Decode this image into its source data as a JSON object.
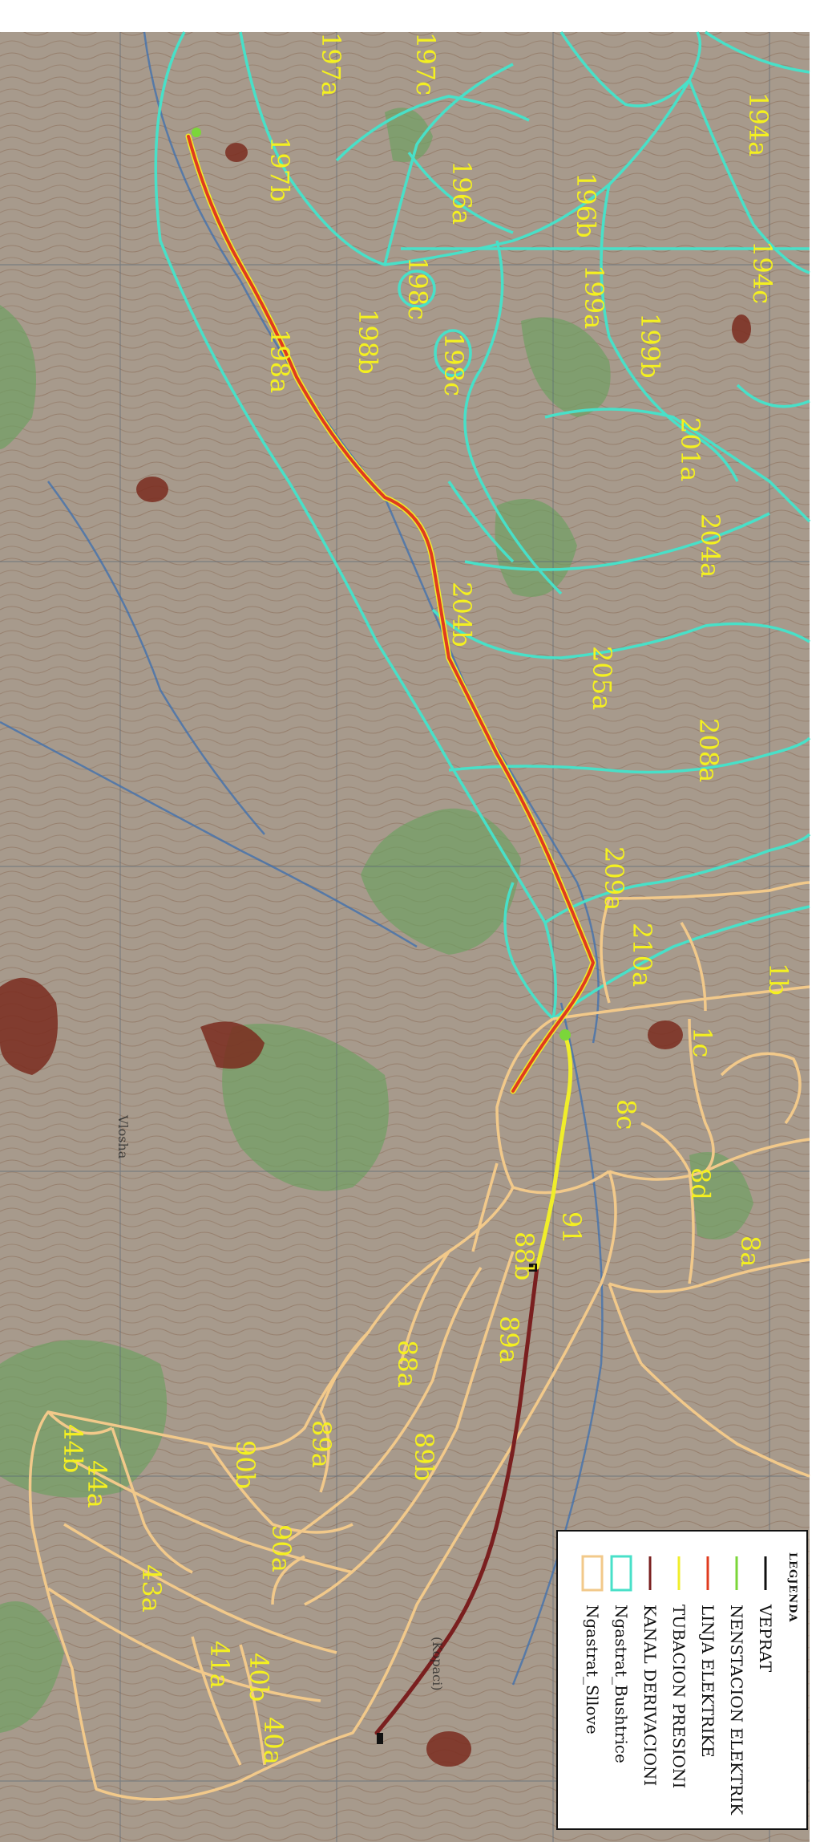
{
  "map": {
    "colors": {
      "terrain": "#a79a8c",
      "forest": "#6fa062",
      "settlement": "#7a2b1e",
      "grid": "#556677",
      "river": "#3c6fb0",
      "contour": "#8a6b55",
      "cyan": "#48e0c8",
      "tan": "#f2c98a",
      "red": "#e03b1f",
      "yellow": "#f0ee2a",
      "brown": "#7a1f1f",
      "green": "#7bd63a",
      "black": "#111111"
    },
    "parcels": {
      "p194a": "194a",
      "p194c": "194c",
      "p197a": "197a",
      "p197b": "197b",
      "p197c": "197c",
      "p196a": "196a",
      "p196b": "196b",
      "p198a": "198a",
      "p198b": "198b",
      "p198c_upper": "198c",
      "p198c_lower": "198c",
      "p199a": "199a",
      "p199b": "199b",
      "p201a": "201a",
      "p204a": "204a",
      "p204b": "204b",
      "p205a": "205a",
      "p208a": "208a",
      "p209a": "209a",
      "p210a": "210a",
      "p1b": "1b",
      "p1c": "1c",
      "p8c": "8c",
      "p8d": "8d",
      "p8a": "8a",
      "p91": "91",
      "p88b": "88b",
      "p88a": "88a",
      "p89a_upper": "89a",
      "p89b": "89b",
      "p89a_lower": "89a",
      "p90b": "90b",
      "p90a": "90a",
      "p44b": "44b",
      "p44a": "44a",
      "p43a": "43a",
      "p41a": "41a",
      "p40b": "40b",
      "p40a": "40a"
    },
    "places": {
      "vlosha": "Vlosha",
      "kopaci": "(Kopaci)"
    }
  },
  "legend": {
    "title": "LEGJENDA",
    "items": [
      {
        "label": "VEPRAT",
        "symbol": "line",
        "color": "#111111"
      },
      {
        "label": "NENSTACION ELEKTRIK",
        "symbol": "line",
        "color": "#7bd63a"
      },
      {
        "label": "LINJA ELEKTRIKE",
        "symbol": "line",
        "color": "#e03b1f"
      },
      {
        "label": "TUBACION PRESIONI",
        "symbol": "line",
        "color": "#f0ee2a"
      },
      {
        "label": "KANAL DERIVACIONI",
        "symbol": "line",
        "color": "#7a1f1f"
      },
      {
        "label": "Ngastrat_Bushtrice",
        "symbol": "box",
        "color": "#48e0c8"
      },
      {
        "label": "Ngastrat_Sllove",
        "symbol": "box",
        "color": "#f2c98a"
      }
    ]
  }
}
